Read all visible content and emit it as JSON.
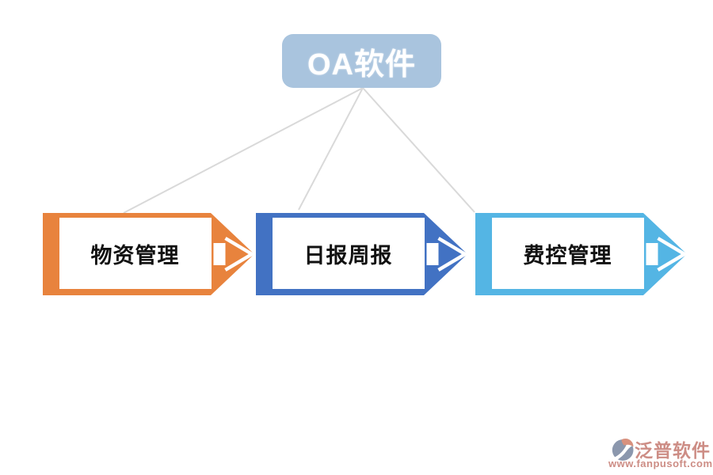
{
  "diagram": {
    "root": {
      "label": "OA软件",
      "bg": "#a9c4de",
      "text_color": "#ffffff"
    },
    "connector_color": "#d9d9d9",
    "nodes": [
      {
        "label": "物资管理",
        "color": "#e8833d",
        "text_color": "#111111"
      },
      {
        "label": "日报周报",
        "color": "#4272c3",
        "text_color": "#111111"
      },
      {
        "label": "费控管理",
        "color": "#54b5e4",
        "text_color": "#111111"
      }
    ]
  },
  "watermark": {
    "brand": "泛普软件",
    "url": "www.fanpusoft.com",
    "text_color": "#cd8d85",
    "icon_slate": "#8b97ad",
    "icon_salmon": "#d8917e"
  }
}
